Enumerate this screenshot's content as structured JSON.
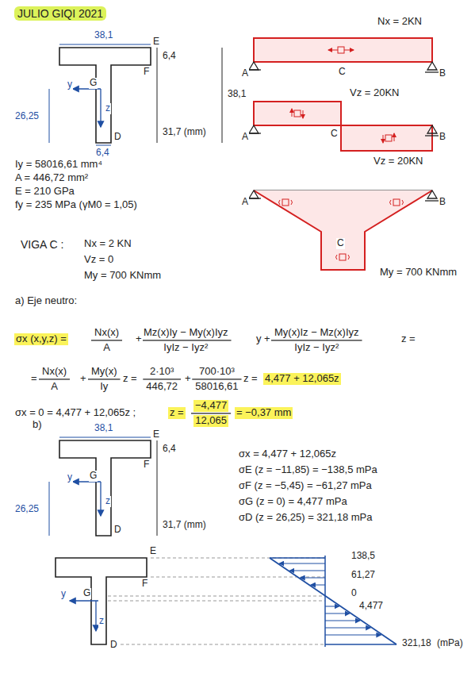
{
  "diagram": {
    "title": "JULIO GIQI 2021",
    "labels": [
      "38,1",
      "E",
      "F",
      "6,4",
      "38,1",
      "G",
      "y",
      "z",
      "26,25",
      "D",
      "6,4",
      "31,7 (mm)",
      "Iy = 58016,61 mm⁴",
      "A = 446,72 mm²",
      "E = 210 GPa",
      "fy = 235 MPa (γM0 = 1,05)",
      "VIGA C :",
      "Nx = 2 KN",
      "Vz = 0",
      "My = 700 KNmm",
      "Nx = 2KN",
      "A",
      "C",
      "B",
      "Vz = 20KN",
      "A",
      "C",
      "B",
      "Vz = 20KN",
      "A",
      "C",
      "B",
      "My = 700 KNmm",
      "a) Eje neutro:",
      "σx (x,y,z) =",
      "Nx(x)",
      "A",
      "+",
      "Mz(x)Iy − My(x)Iyz",
      "IyIz − Iyz²",
      "y +",
      "My(x)Iz − Mz(x)Iyz",
      "IyIz − Iyz²",
      "z =",
      "=",
      "Nx(x)",
      "A",
      "+",
      "My(x)",
      "Iy",
      "z =",
      "2·10³",
      "446,72",
      "+",
      "700·10³",
      "58016,61",
      "z =",
      "4,477 + 12,065z",
      "σx = 0 = 4,477 + 12,065z ;",
      "z =",
      "−4,477",
      "12,065",
      "= −0,37 mm",
      "b)",
      "38,1",
      "E",
      "F",
      "6,4",
      "G",
      "y",
      "z",
      "26,25",
      "D",
      "31,7 (mm)",
      "σx = 4,477 + 12,065z",
      "σE (z = −11,85) = −138,5 mPa",
      "σF (z = −5,45) = −61,27 mPa",
      "σG (z = 0) = 4,477 mPa",
      "σD (z = 26,25) = 321,18 mPa",
      "E",
      "F",
      "G",
      "y",
      "z",
      "D",
      "138,5",
      "61,27",
      "0",
      "4,477",
      "321,18",
      "(mPa)"
    ]
  }
}
